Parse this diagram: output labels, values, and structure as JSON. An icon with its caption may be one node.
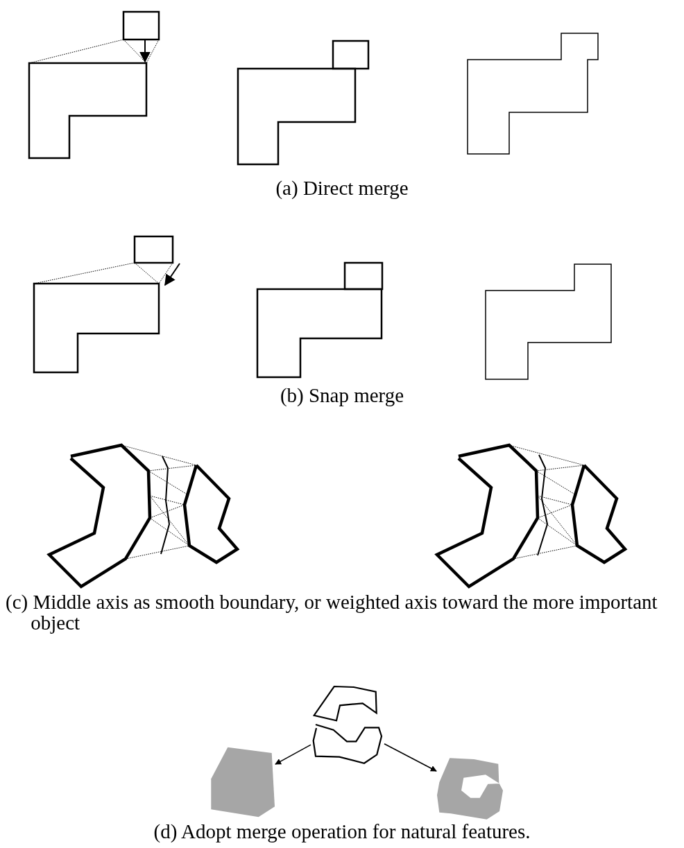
{
  "diagram": {
    "nodes": [
      {
        "text": [],
        "shape": "polygon"
      },
      {
        "text": [],
        "shape": "polygon"
      },
      {
        "text": [],
        "shape": "polygon"
      }
    ],
    "edges": [
      {
        "from": 0,
        "to": 1,
        "arrow": "to"
      },
      {
        "from": 0,
        "to": 2,
        "arrow": "to"
      }
    ],
    "labels": [
      "(a) Direct merge",
      "(b) Snap merge",
      "(c) Middle axis as smooth boundary, or weighted axis toward the more important object",
      "(d) Adopt merge operation for natural features."
    ]
  }
}
